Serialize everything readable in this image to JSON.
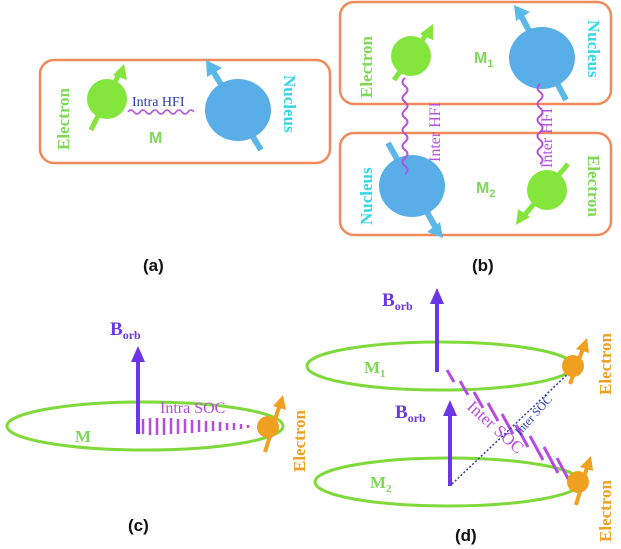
{
  "colors": {
    "box_border": "#f08a5a",
    "box_fill": "#ffffff",
    "electron_green": "#84e53c",
    "nucleus_blue": "#5aaee8",
    "nucleus_arrow": "#5bb8e8",
    "electron_text": "#7ed957",
    "nucleus_text": "#36d6e8",
    "hfi_purple": "#b84fe0",
    "hfi_label_dark": "#2b3cb0",
    "borb_purple": "#6b35e8",
    "soc_purple": "#b54be0",
    "orbit_green": "#7fd93a",
    "orange": "#f0a020",
    "inter_soc_blue": "#2a3fae"
  },
  "panels": {
    "a": {
      "label": "(a)",
      "electron": "Electron",
      "nucleus": "Nucleus",
      "interaction": "Intra HFI",
      "molecule": "M"
    },
    "b": {
      "label": "(b)",
      "m1": "M",
      "m1_sub": "1",
      "m2": "M",
      "m2_sub": "2",
      "electron_top": "Electron",
      "nucleus_top": "Nucleus",
      "nucleus_bottom": "Nucleus",
      "electron_bottom": "Electron",
      "inter_left": "Inter HFI",
      "inter_right": "Inter HFI"
    },
    "c": {
      "label": "(c)",
      "borb": "B",
      "borb_sub": "orb",
      "molecule": "M",
      "interaction": "Intra SOC",
      "electron": "Electron"
    },
    "d": {
      "label": "(d)",
      "borb_top": "B",
      "borb_top_sub": "orb",
      "borb_bottom": "B",
      "borb_bottom_sub": "orb",
      "m1": "M",
      "m1_sub": "1",
      "m2": "M",
      "m2_sub": "2",
      "inter_soc_main": "Inter SOC",
      "inter_soc_small": "Inter SOC",
      "electron_top": "Electron",
      "electron_bottom": "Electron"
    }
  }
}
